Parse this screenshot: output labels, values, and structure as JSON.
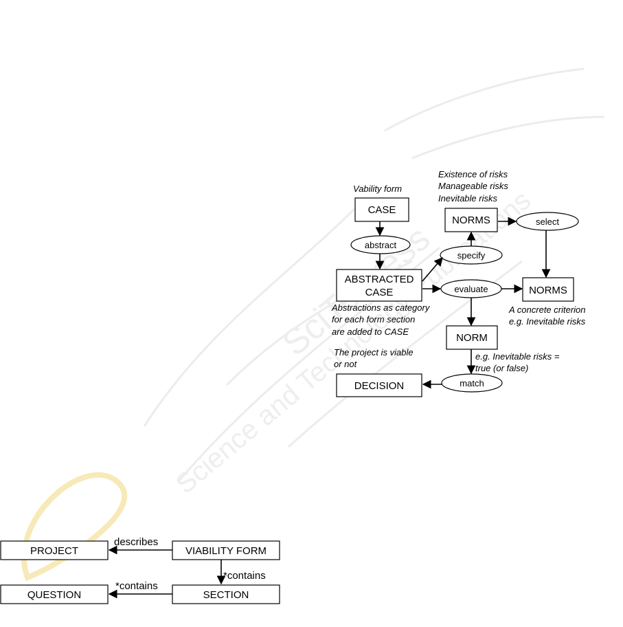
{
  "watermark": {
    "main": "SciTePress",
    "sub": "Science and Technology Publications"
  },
  "colors": {
    "stroke": "#000000",
    "watermark": "#ececec",
    "watermark_accent": "#f7e9b8"
  },
  "flow_diagram": {
    "annotations": {
      "viability_form": "Vability form",
      "risks_line1": "Existence of risks",
      "risks_line2": "Manageable risks",
      "risks_line3": "Inevitable risks",
      "abstractions_line1": "Abstractions as category",
      "abstractions_line2": "for each form section",
      "abstractions_line3": "are added to CASE",
      "criterion_line1": "A concrete criterion",
      "criterion_line2": "e.g. Inevitable risks",
      "viable_line1": "The project is viable",
      "viable_line2": "or not",
      "eg_line1": "e.g. Inevitable risks =",
      "eg_line2": "true (or false)"
    },
    "boxes": {
      "case": "CASE",
      "norms_top": "NORMS",
      "abstracted_line1": "ABSTRACTED",
      "abstracted_line2": "CASE",
      "norms_right": "NORMS",
      "norm": "NORM",
      "decision": "DECISION"
    },
    "processes": {
      "abstract": "abstract",
      "specify": "specify",
      "select": "select",
      "evaluate": "evaluate",
      "match": "match"
    }
  },
  "class_diagram": {
    "boxes": {
      "project": "PROJECT",
      "viability_form": "VIABILITY FORM",
      "question": "QUESTION",
      "section": "SECTION"
    },
    "relations": {
      "describes": "describes",
      "contains_vertical": "*contains",
      "contains_horizontal": "*contains"
    }
  }
}
